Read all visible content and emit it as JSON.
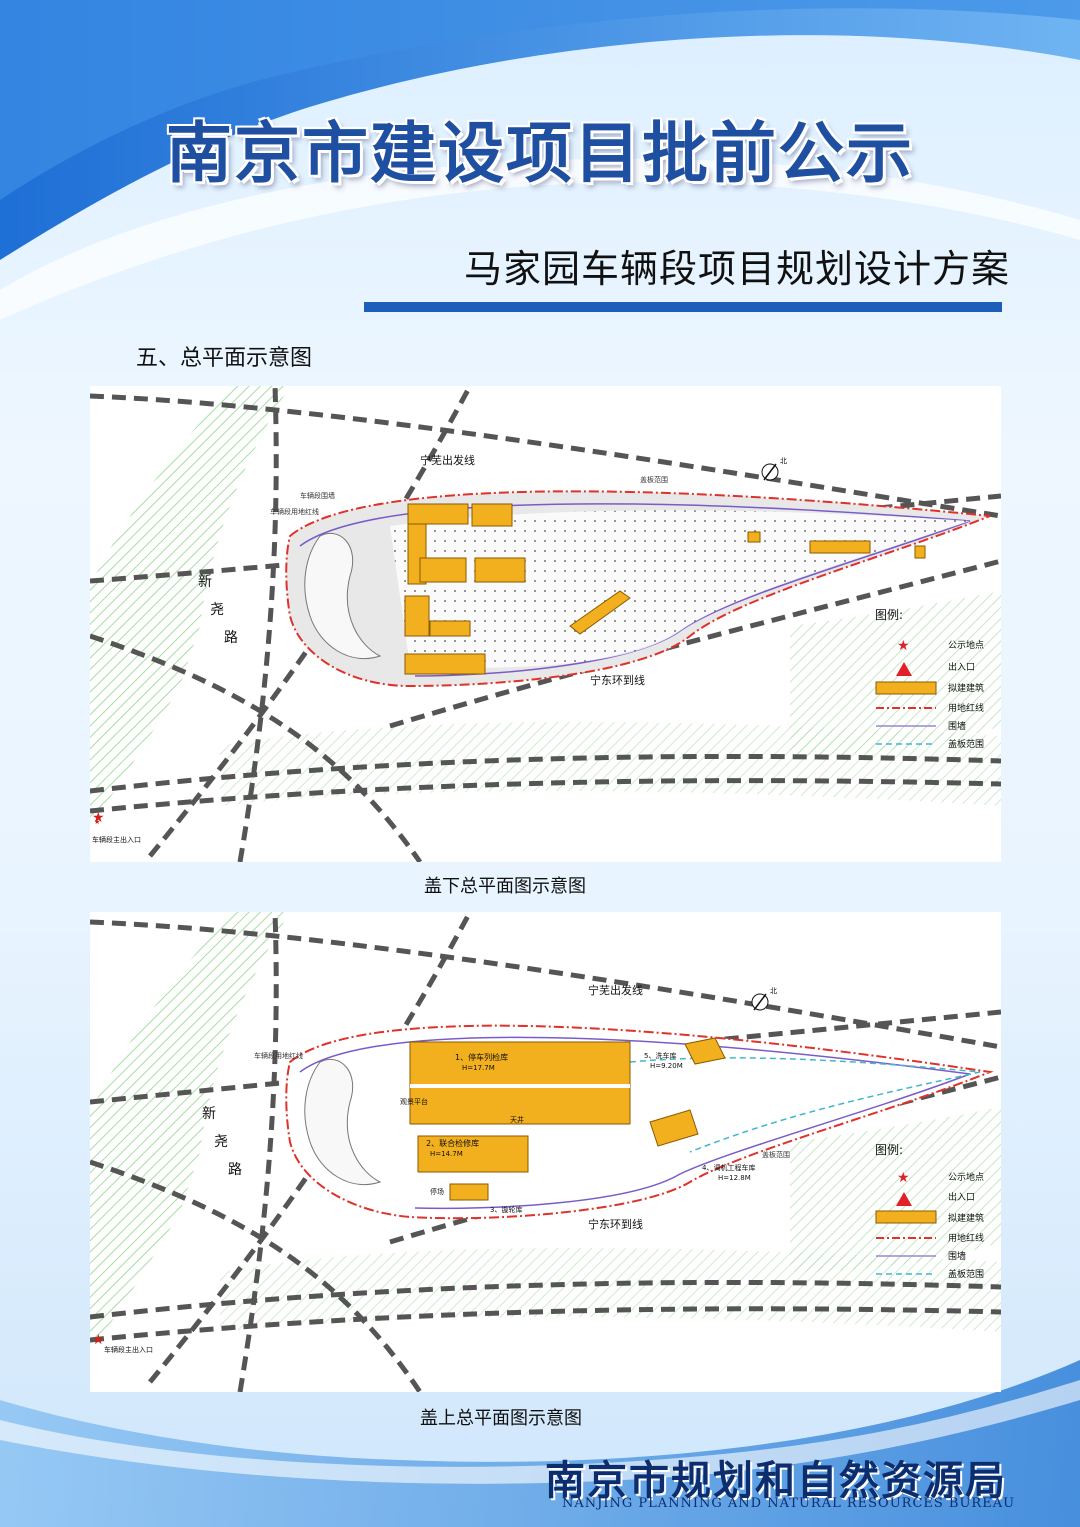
{
  "header": {
    "title": "南京市建设项目批前公示",
    "subtitle": "马家园车辆段项目规划设计方案",
    "section": "五、总平面示意图"
  },
  "colors": {
    "title_blue": "#1f4fa0",
    "accent_bar": "#1d5fb8",
    "building_orange": "#f2b01e",
    "landscape_green": "#9fd99a",
    "redline": "#e0312a"
  },
  "plan_lower": {
    "caption": "盖下总平面图示意图",
    "labels": {
      "line_north": "宁芜出发线",
      "line_south": "宁东环到线",
      "road_1": "新",
      "road_2": "尧",
      "road_3": "路",
      "entrance": "车辆段主出入口",
      "redline_note": "车辆段用地红线",
      "fence_note": "车辆段围墙",
      "deck_note": "盖板范围",
      "north_arrow": "北"
    }
  },
  "plan_upper": {
    "caption": "盖上总平面图示意图",
    "labels": {
      "line_north": "宁芜出发线",
      "line_south": "宁东环到线",
      "road_1": "新",
      "road_2": "尧",
      "road_3": "路",
      "entrance": "车辆段主出入口",
      "redline_note": "车辆段用地红线",
      "building_1": "1、停车列检库",
      "building_1_h": "H=17.7M",
      "building_2": "2、联合检修库",
      "building_2_h": "H=14.7M",
      "building_3": "3、镟轮库",
      "building_4": "4、调机工程车库",
      "building_4_h": "H=12.8M",
      "building_5": "5、洗车库",
      "building_5_h": "H=9.20M",
      "courtyard": "天井",
      "platform": "观景平台",
      "parking": "停场",
      "deck_note": "盖板范围",
      "north_arrow": "北"
    }
  },
  "legend": {
    "title": "图例:",
    "items": [
      {
        "label": "公示地点",
        "symbol": "red-star"
      },
      {
        "label": "出入口",
        "symbol": "red-triangle"
      },
      {
        "label": "拟建建筑",
        "symbol": "orange-box"
      },
      {
        "label": "用地红线",
        "symbol": "red-dashdot-line"
      },
      {
        "label": "围墙",
        "symbol": "purple-line"
      },
      {
        "label": "盖板范围",
        "symbol": "cyan-dash-line"
      }
    ]
  },
  "footer": {
    "agency_cn": "南京市规划和自然资源局",
    "agency_en": "NANJING PLANNING AND NATURAL RESOURCES BUREAU"
  }
}
